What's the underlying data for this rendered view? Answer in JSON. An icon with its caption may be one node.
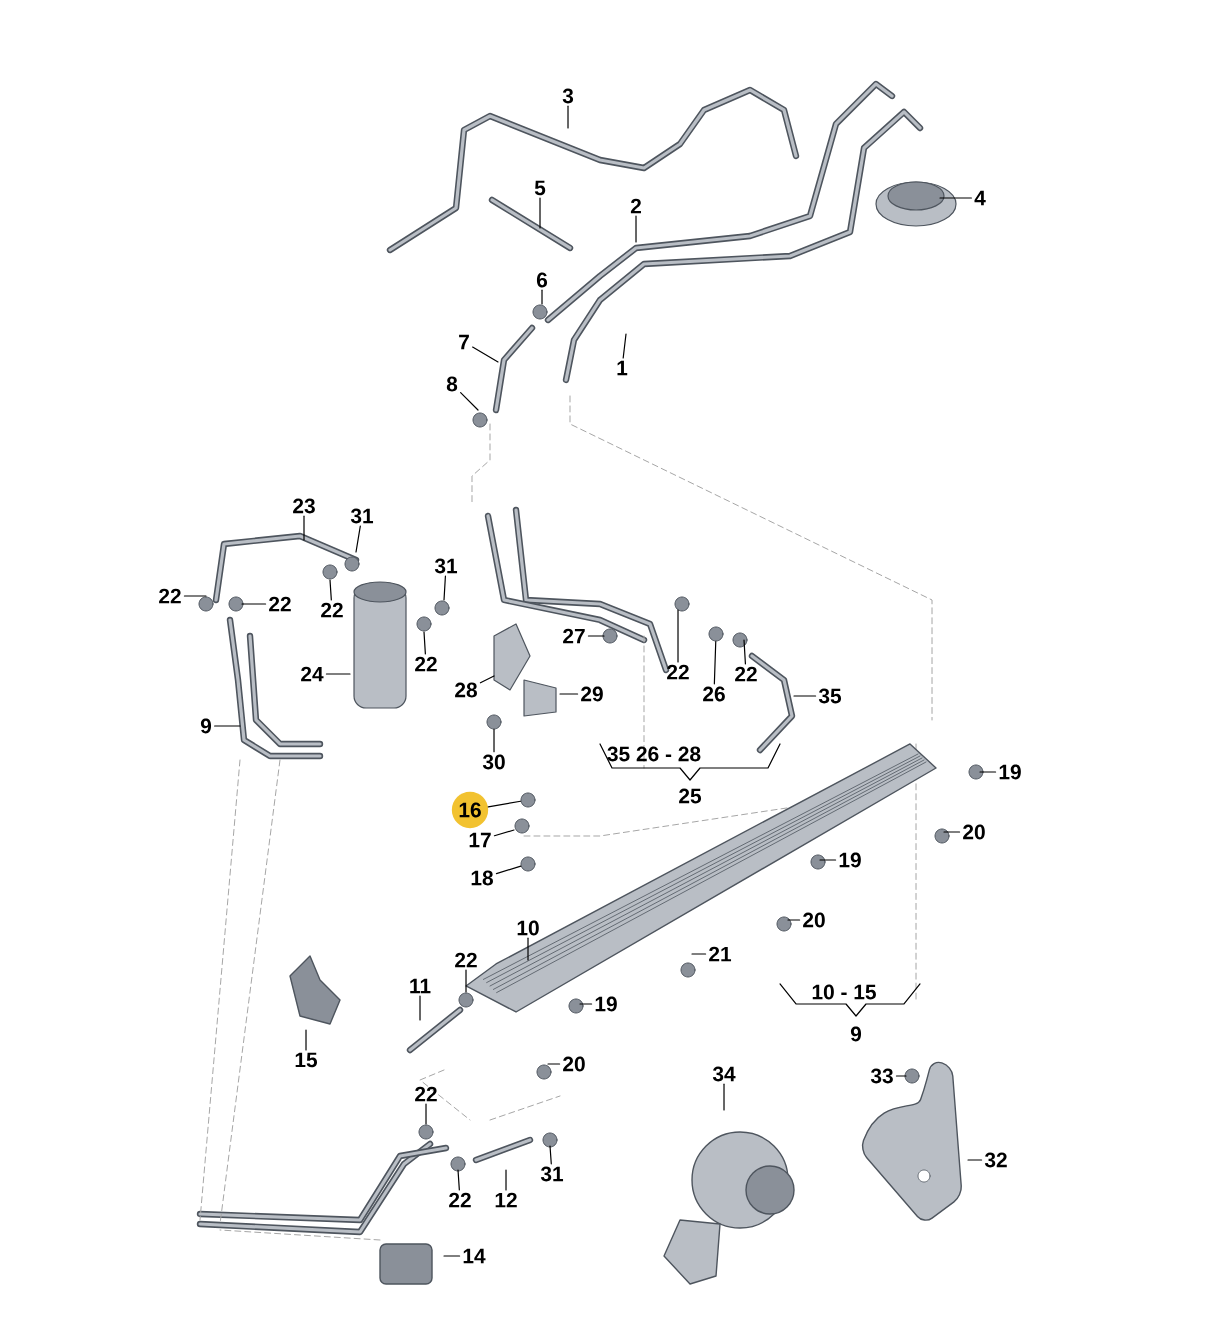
{
  "diagram": {
    "nodes": [
      {
        "text": [
          "3"
        ]
      },
      {
        "text": [
          "5"
        ]
      },
      {
        "text": [
          "4"
        ]
      },
      {
        "text": [
          "2"
        ]
      },
      {
        "text": [
          "6"
        ]
      },
      {
        "text": [
          "7"
        ]
      },
      {
        "text": [
          "1"
        ]
      },
      {
        "text": [
          "8"
        ]
      },
      {
        "text": [
          "23"
        ]
      },
      {
        "text": [
          "31"
        ]
      },
      {
        "text": [
          "31"
        ]
      },
      {
        "text": [
          "22"
        ]
      },
      {
        "text": [
          "22"
        ]
      },
      {
        "text": [
          "22"
        ]
      },
      {
        "text": [
          "27"
        ]
      },
      {
        "text": [
          "22"
        ]
      },
      {
        "text": [
          "24"
        ]
      },
      {
        "text": [
          "22"
        ]
      },
      {
        "text": [
          "22"
        ]
      },
      {
        "text": [
          "28"
        ]
      },
      {
        "text": [
          "29"
        ]
      },
      {
        "text": [
          "26"
        ]
      },
      {
        "text": [
          "35"
        ]
      },
      {
        "text": [
          "9"
        ]
      },
      {
        "text": [
          "30"
        ]
      },
      {
        "text": [
          "19"
        ]
      },
      {
        "text": [
          "16"
        ]
      },
      {
        "text": [
          "20"
        ]
      },
      {
        "text": [
          "17"
        ]
      },
      {
        "text": [
          "19"
        ]
      },
      {
        "text": [
          "18"
        ]
      },
      {
        "text": [
          "20"
        ]
      },
      {
        "text": [
          "10"
        ]
      },
      {
        "text": [
          "21"
        ]
      },
      {
        "text": [
          "22"
        ]
      },
      {
        "text": [
          "11"
        ]
      },
      {
        "text": [
          "19"
        ]
      },
      {
        "text": [
          "15"
        ]
      },
      {
        "text": [
          "20"
        ]
      },
      {
        "text": [
          "34"
        ]
      },
      {
        "text": [
          "33"
        ]
      },
      {
        "text": [
          "22"
        ]
      },
      {
        "text": [
          "32"
        ]
      },
      {
        "text": [
          "31"
        ]
      },
      {
        "text": [
          "22"
        ]
      },
      {
        "text": [
          "12"
        ]
      },
      {
        "text": [
          "14"
        ]
      },
      {
        "text": [],
        "shape": "circle"
      },
      {
        "text": [],
        "shape": "circle"
      },
      {
        "text": [],
        "shape": "circle"
      },
      {
        "text": [],
        "shape": "circle"
      }
    ],
    "edges": [
      {
        "from": 0,
        "to": null,
        "arrow": "none"
      },
      {
        "from": 1,
        "to": null,
        "arrow": "none"
      },
      {
        "from": 2,
        "to": null,
        "arrow": "none"
      },
      {
        "from": 3,
        "to": null,
        "arrow": "none"
      },
      {
        "from": 4,
        "to": null,
        "arrow": "none"
      },
      {
        "from": 5,
        "to": null,
        "arrow": "none"
      },
      {
        "from": 6,
        "to": null,
        "arrow": "none"
      },
      {
        "from": 7,
        "to": null,
        "arrow": "none"
      },
      {
        "from": 8,
        "to": null,
        "arrow": "none"
      },
      {
        "from": 9,
        "to": null,
        "arrow": "none"
      },
      {
        "from": 10,
        "to": null,
        "arrow": "none"
      },
      {
        "from": 11,
        "to": null,
        "arrow": "none"
      },
      {
        "from": 12,
        "to": null,
        "arrow": "none"
      },
      {
        "from": 13,
        "to": null,
        "arrow": "none"
      },
      {
        "from": 14,
        "to": null,
        "arrow": "none"
      },
      {
        "from": 15,
        "to": null,
        "arrow": "none"
      },
      {
        "from": 16,
        "to": null,
        "arrow": "none"
      },
      {
        "from": 17,
        "to": null,
        "arrow": "none"
      },
      {
        "from": 18,
        "to": null,
        "arrow": "none"
      },
      {
        "from": 19,
        "to": null,
        "arrow": "none"
      },
      {
        "from": 20,
        "to": null,
        "arrow": "none"
      },
      {
        "from": 21,
        "to": 47,
        "arrow": "none"
      },
      {
        "from": 22,
        "to": null,
        "arrow": "none"
      },
      {
        "from": 23,
        "to": null,
        "arrow": "none"
      },
      {
        "from": 24,
        "to": 48,
        "arrow": "none"
      },
      {
        "from": 25,
        "to": null,
        "arrow": "none"
      },
      {
        "from": 26,
        "to": 49,
        "arrow": "none"
      },
      {
        "from": 27,
        "to": null,
        "arrow": "none"
      },
      {
        "from": 28,
        "to": null,
        "arrow": "none"
      },
      {
        "from": 29,
        "to": null,
        "arrow": "none"
      },
      {
        "from": 30,
        "to": 50,
        "arrow": "none"
      },
      {
        "from": 31,
        "to": null,
        "arrow": "none"
      },
      {
        "from": 32,
        "to": null,
        "arrow": "none"
      },
      {
        "from": 33,
        "to": null,
        "arrow": "none"
      },
      {
        "from": 34,
        "to": null,
        "arrow": "none"
      },
      {
        "from": 35,
        "to": null,
        "arrow": "none"
      },
      {
        "from": 36,
        "to": null,
        "arrow": "none"
      },
      {
        "from": 37,
        "to": null,
        "arrow": "none"
      },
      {
        "from": 38,
        "to": null,
        "arrow": "none"
      },
      {
        "from": 39,
        "to": null,
        "arrow": "none"
      },
      {
        "from": 40,
        "to": null,
        "arrow": "none"
      },
      {
        "from": 41,
        "to": null,
        "arrow": "none"
      },
      {
        "from": 42,
        "to": null,
        "arrow": "none"
      },
      {
        "from": 43,
        "to": null,
        "arrow": "none"
      },
      {
        "from": 44,
        "to": null,
        "arrow": "none"
      },
      {
        "from": 45,
        "to": null,
        "arrow": "none"
      },
      {
        "from": 46,
        "to": null,
        "arrow": "none"
      }
    ],
    "labels": [
      "35 26 - 28",
      "25",
      "10 - 15",
      "9"
    ]
  }
}
